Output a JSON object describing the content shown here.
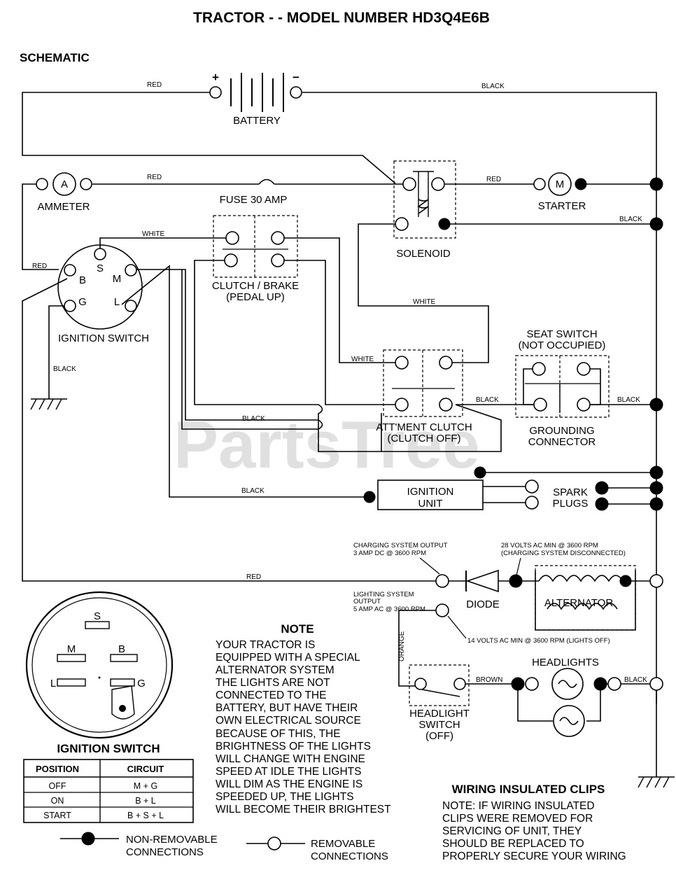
{
  "title": "TRACTOR - - MODEL NUMBER HD3Q4E6B",
  "section_heading": "SCHEMATIC",
  "watermark": "PartsTree",
  "components": {
    "battery": "BATTERY",
    "battery_plus": "+",
    "battery_minus": "−",
    "ammeter": "AMMETER",
    "ammeter_symbol": "A",
    "fuse": "FUSE 30 AMP",
    "solenoid": "SOLENOID",
    "starter": "STARTER",
    "starter_symbol": "M",
    "clutch_brake_line1": "CLUTCH / BRAKE",
    "clutch_brake_line2": "(PEDAL UP)",
    "ignition_switch": "IGNITION SWITCH",
    "ign_terminal_s": "S",
    "ign_terminal_b": "B",
    "ign_terminal_m": "M",
    "ign_terminal_g": "G",
    "ign_terminal_l": "L",
    "seat_switch_line1": "SEAT SWITCH",
    "seat_switch_line2": "(NOT OCCUPIED)",
    "attachment_clutch_line1": "ATT'MENT CLUTCH",
    "attachment_clutch_line2": "(CLUTCH OFF)",
    "grounding_connector_line1": "GROUNDING",
    "grounding_connector_line2": "CONNECTOR",
    "ignition_unit_line1": "IGNITION",
    "ignition_unit_line2": "UNIT",
    "spark_plugs_line1": "SPARK",
    "spark_plugs_line2": "PLUGS",
    "diode": "DIODE",
    "alternator": "ALTERNATOR",
    "headlights": "HEADLIGHTS",
    "headlight_switch_line1": "HEADLIGHT",
    "headlight_switch_line2": "SWITCH",
    "headlight_switch_line3": "(OFF)"
  },
  "wire_labels": {
    "red_battery": "RED",
    "black_battery": "BLACK",
    "red_ammeter": "RED",
    "red_starter": "RED",
    "black_solenoid": "BLACK",
    "white_ign_s": "WHITE",
    "red_ign_b": "RED",
    "black_ign_ground": "BLACK",
    "white_clutch_brake": "WHITE",
    "white_attachment": "WHITE",
    "black_attachment_seat": "BLACK",
    "black_seat_ground": "BLACK",
    "black_clutch_loop": "BLACK",
    "black_ignition_unit": "BLACK",
    "red_charging": "RED",
    "orange": "ORANGE",
    "brown": "BROWN",
    "black_headlights": "BLACK"
  },
  "annotations": {
    "charging_output_line1": "CHARGING SYSTEM OUTPUT",
    "charging_output_line2": "3 AMP DC @ 3600 RPM",
    "alt_28v_line1": "28 VOLTS AC MIN @ 3600 RPM",
    "alt_28v_line2": "(CHARGING SYSTEM DISCONNECTED)",
    "lighting_output_line1": "LIGHTING SYSTEM",
    "lighting_output_line2": "OUTPUT",
    "lighting_output_line3": "5 AMP AC @ 3600 RPM",
    "lights_14v": "14 VOLTS AC MIN @ 3600 RPM (LIGHTS OFF)"
  },
  "note": {
    "heading": "NOTE",
    "lines": [
      "YOUR TRACTOR IS",
      "EQUIPPED WITH A SPECIAL",
      "ALTERNATOR SYSTEM",
      "THE LIGHTS ARE NOT",
      "CONNECTED TO THE",
      "BATTERY, BUT HAVE THEIR",
      "OWN ELECTRICAL SOURCE",
      "BECAUSE OF THIS, THE",
      "BRIGHTNESS OF THE LIGHTS",
      "WILL CHANGE WITH ENGINE",
      "SPEED   AT IDLE THE LIGHTS",
      "WILL DIM   AS THE ENGINE IS",
      "SPEEDED UP, THE LIGHTS",
      "WILL BECOME THEIR BRIGHTEST"
    ]
  },
  "ignition_switch_detail": {
    "heading": "IGNITION SWITCH",
    "terminals": [
      "S",
      "M",
      "B",
      "L",
      "G"
    ]
  },
  "ignition_table": {
    "headers": [
      "POSITION",
      "CIRCUIT"
    ],
    "rows": [
      [
        "OFF",
        "M + G"
      ],
      [
        "ON",
        "B + L"
      ],
      [
        "START",
        "B + S + L"
      ]
    ]
  },
  "legend": {
    "non_removable_line1": "NON-REMOVABLE",
    "non_removable_line2": "CONNECTIONS",
    "removable_line1": "REMOVABLE",
    "removable_line2": "CONNECTIONS"
  },
  "clips_note": {
    "heading": "WIRING INSULATED CLIPS",
    "lines": [
      "NOTE: IF WIRING INSULATED",
      "CLIPS WERE REMOVED FOR",
      "SERVICING OF UNIT, THEY",
      "SHOULD BE REPLACED TO",
      "PROPERLY SECURE YOUR WIRING"
    ]
  }
}
